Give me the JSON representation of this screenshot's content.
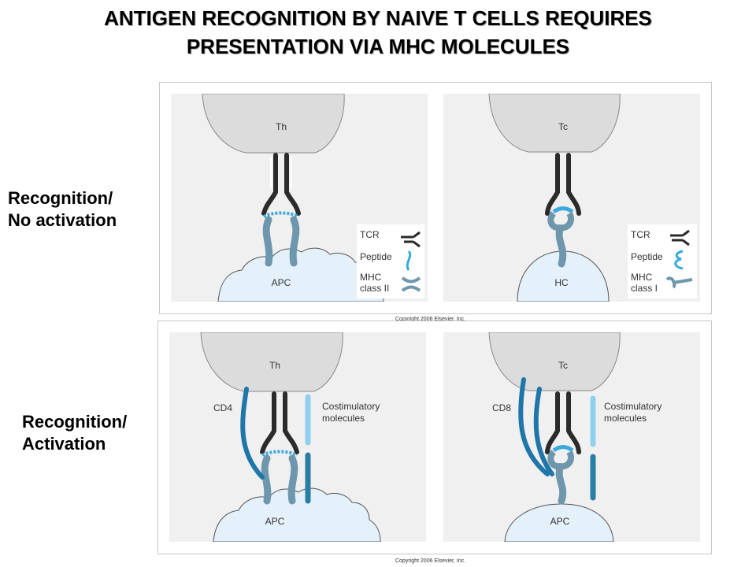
{
  "title": {
    "line1": "ANTIGEN RECOGNITION BY NAIVE T CELLS REQUIRES",
    "line2": "PRESENTATION VIA MHC MOLECULES"
  },
  "row1": {
    "label_line1": "Recognition/",
    "label_line2": "No activation",
    "left": {
      "t_cell": "Th",
      "target_cell": "APC"
    },
    "right": {
      "t_cell": "Tc",
      "target_cell": "HC"
    },
    "legend_left": {
      "tcr": "TCR",
      "peptide": "Peptide",
      "mhc_line1": "MHC",
      "mhc_line2": "class II"
    },
    "legend_right": {
      "tcr": "TCR",
      "peptide": "Peptide",
      "mhc_line1": "MHC",
      "mhc_line2": "class I"
    },
    "copyright": "Copyright 2006 Elsevier, Inc."
  },
  "row2": {
    "label_line1": "Recognition/",
    "label_line2": "Activation",
    "left": {
      "t_cell": "Th",
      "target_cell": "APC",
      "coreceptor": "CD4",
      "costim_line1": "Costimulatory",
      "costim_line2": "molecules"
    },
    "right": {
      "t_cell": "Tc",
      "target_cell": "APC",
      "coreceptor": "CD8",
      "costim_line1": "Costimulatory",
      "costim_line2": "molecules"
    },
    "copyright": "Copyright 2006 Elsevier, Inc."
  },
  "colors": {
    "panel_bg": "#f0f0f0",
    "t_cell_fill": "#dcdcdc",
    "apc_fill": "#e4f1fa",
    "tcr": "#2b2b2b",
    "peptide": "#3aa9dc",
    "mhc": "#6e97ad",
    "coreceptor": "#1f76a8",
    "costim_light": "#8fd0ee",
    "costim_dark": "#2a7ea3"
  }
}
